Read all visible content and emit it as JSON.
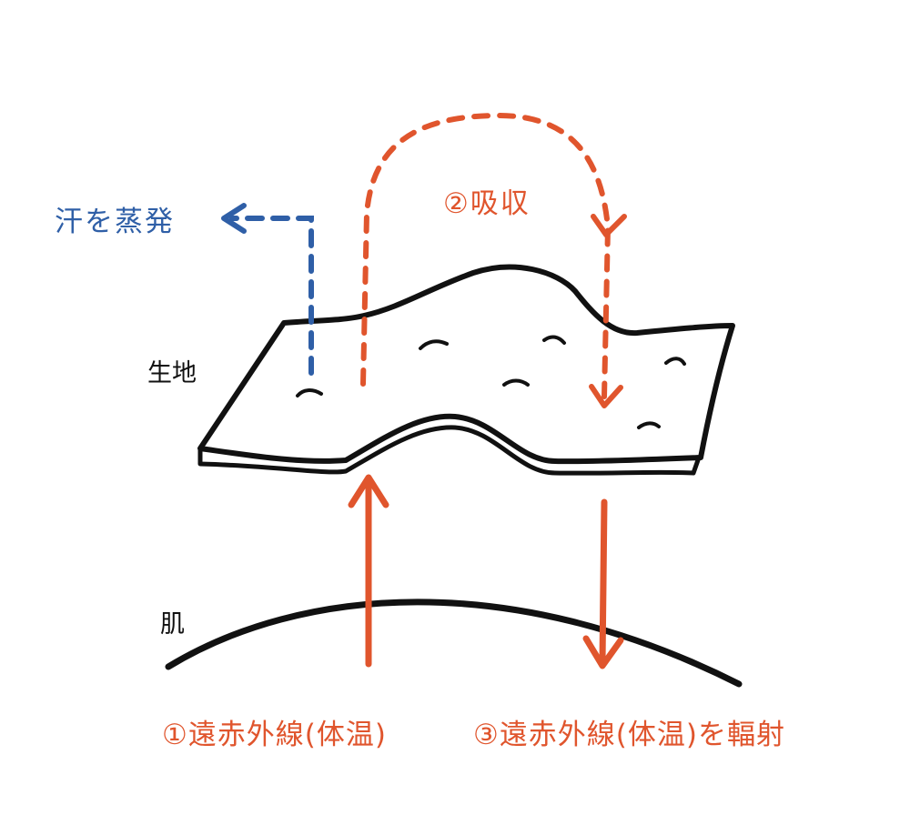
{
  "colors": {
    "ink": "#111111",
    "blue": "#2f5fa7",
    "orange": "#e0552d",
    "fabric_fill": "#ffffff"
  },
  "labels": {
    "sweat_evaporation": "汗を蒸発",
    "absorption": "②吸収",
    "fabric": "生地",
    "skin": "肌",
    "far_infrared_body_heat": "①遠赤外線(体温)",
    "far_infrared_radiate": "③遠赤外線(体温)を輻射"
  }
}
